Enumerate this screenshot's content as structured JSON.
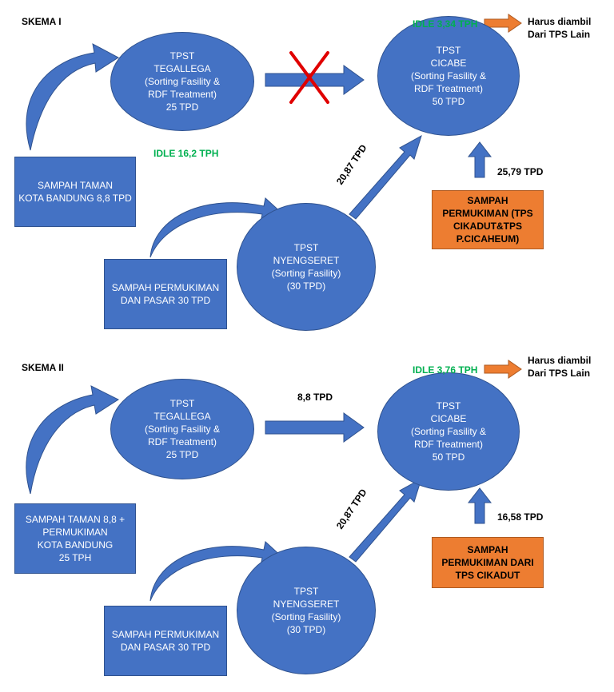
{
  "colors": {
    "node_blue": "#4472C4",
    "node_border": "#2F528F",
    "orange": "#ED7D31",
    "idle_green": "#00B050",
    "cross_red": "#E00000"
  },
  "icons": {
    "flow": "arrow-icon",
    "blocked": "cross-icon"
  },
  "skema1": {
    "title": "SKEMA I",
    "tegallega": "TPST\nTEGALLEGA\n(Sorting Fasility &\nRDF Treatment)\n25 TPD",
    "cicabe": "TPST\nCICABE\n(Sorting Fasility &\nRDF Treatment)\n50 TPD",
    "nyengseret": "TPST\nNYENGSERET\n(Sorting Fasility)\n(30 TPD)",
    "taman_box": "SAMPAH TAMAN\nKOTA BANDUNG 8,8 TPD",
    "pasar_box": "SAMPAH PERMUKIMAN\nDAN PASAR 30 TPD",
    "orange_box": "SAMPAH\nPERMUKIMAN (TPS\nCIKADUT&TPS\nP.CICAHEUM)",
    "idle_cicabe": "IDLE 3,34 TPH",
    "idle_tegallega": "IDLE 16,2 TPH",
    "harus": "Harus diambil\nDari TPS Lain",
    "flow_nyengseret": "20,87 TPD",
    "flow_orange": "25,79 TPD"
  },
  "skema2": {
    "title": "SKEMA II",
    "tegallega": "TPST\nTEGALLEGA\n(Sorting Fasility &\nRDF Treatment)\n25 TPD",
    "cicabe": "TPST\nCICABE\n(Sorting Fasility &\nRDF Treatment)\n50 TPD",
    "nyengseret": "TPST\nNYENGSERET\n(Sorting Fasility)\n(30 TPD)",
    "taman_box": "SAMPAH TAMAN 8,8 +\nPERMUKIMAN\nKOTA BANDUNG\n25 TPH",
    "pasar_box": "SAMPAH PERMUKIMAN\nDAN PASAR 30 TPD",
    "orange_box": "SAMPAH\nPERMUKIMAN DARI\nTPS CIKADUT",
    "idle_cicabe": "IDLE 3,76 TPH",
    "harus": "Harus diambil\nDari TPS Lain",
    "flow_tegallega": "8,8 TPD",
    "flow_nyengseret": "20,87 TPD",
    "flow_orange": "16,58 TPD"
  }
}
